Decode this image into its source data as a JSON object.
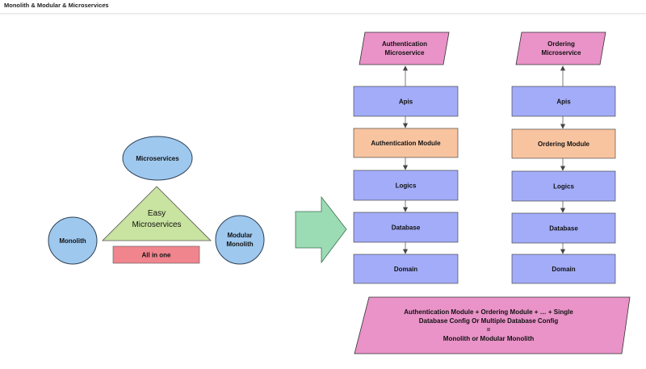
{
  "tab": {
    "title": "Monolith & Modular & Microservices",
    "chevron": "chevron-down-icon"
  },
  "left": {
    "top_node": "Microservices",
    "left_node": "Monolith",
    "right_node": [
      "Modular",
      "Monolith"
    ],
    "triangle": [
      "Easy",
      "Microservices"
    ],
    "banner": "All in one"
  },
  "columns": [
    {
      "service": [
        "Authentication",
        "Microservice"
      ],
      "layers": [
        "Apis",
        "Authentication Module",
        "Logics",
        "Database",
        "Domain"
      ]
    },
    {
      "service": [
        "Ordering",
        "Microservice"
      ],
      "layers": [
        "Apis",
        "Ordering Module",
        "Logics",
        "Database",
        "Domain"
      ]
    }
  ],
  "summary": [
    "Authentication Module + Ordering Module + … + Single",
    "Database Config Or Multiple Database Config",
    "=",
    "Monolith or Modular Monolith"
  ],
  "colors": {
    "blue_node": "#9ec8ee",
    "triangle": "#c9e3a0",
    "banner": "#f0858e",
    "layer": "#a3acf8",
    "module": "#f8c4a0",
    "service": "#e993c8",
    "arrow": "#9bdcb4"
  }
}
